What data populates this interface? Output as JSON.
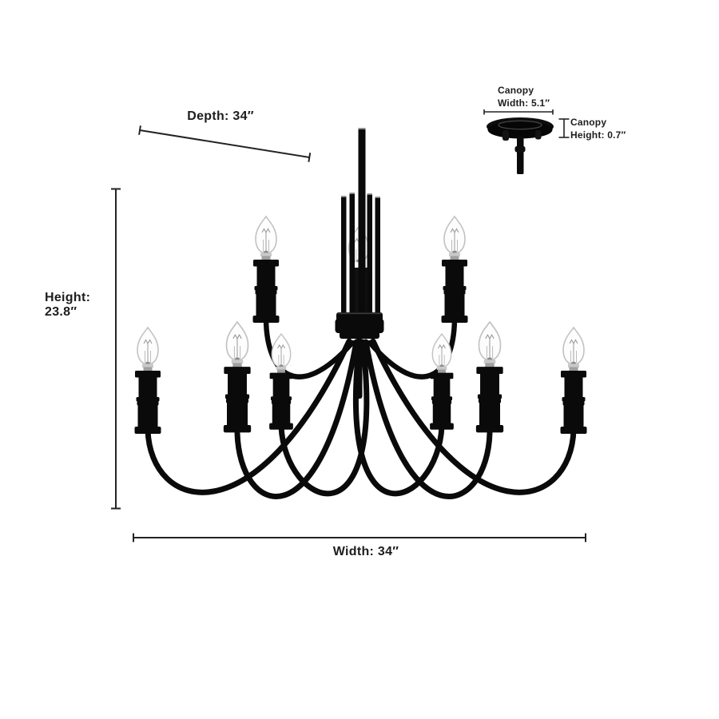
{
  "figure": {
    "type": "product-dimension-diagram",
    "subject": "two-tier candle chandelier",
    "tiers": 2,
    "bulbs_visible": 8
  },
  "labels": {
    "depth": "Depth: 34″",
    "height": "Height:\n23.8″",
    "width": "Width: 34″",
    "canopy_width": "Canopy\nWidth: 5.1″",
    "canopy_height": "Canopy\nHeight: 0.7″"
  },
  "dimensions_inches": {
    "depth": 34,
    "height": 23.8,
    "width": 34,
    "canopy_width": 5.1,
    "canopy_height": 0.7
  },
  "colors": {
    "background": "#ffffff",
    "fixture_black": "#0a0a0a",
    "dimension_line": "#232323",
    "text": "#1d1d1d",
    "bulb_outline": "#c2c2c2",
    "filament": "#9a9a9a",
    "socket_metal": "#b3b3b3"
  }
}
